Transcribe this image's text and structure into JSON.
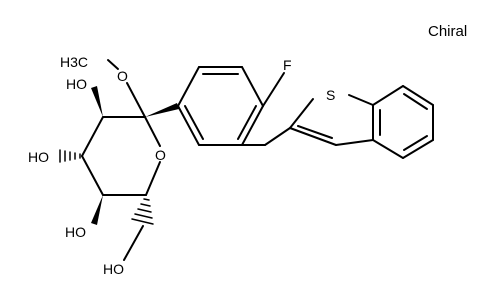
{
  "chiral_label": "Chiral",
  "atoms": {
    "methoxy_o": "O",
    "methyl": "H3C",
    "ring_o": "O",
    "fluorine": "F",
    "sulfur": "S",
    "oh_2": "HO",
    "oh_3": "HO",
    "oh_4": "HO",
    "oh_6": "HO"
  }
}
